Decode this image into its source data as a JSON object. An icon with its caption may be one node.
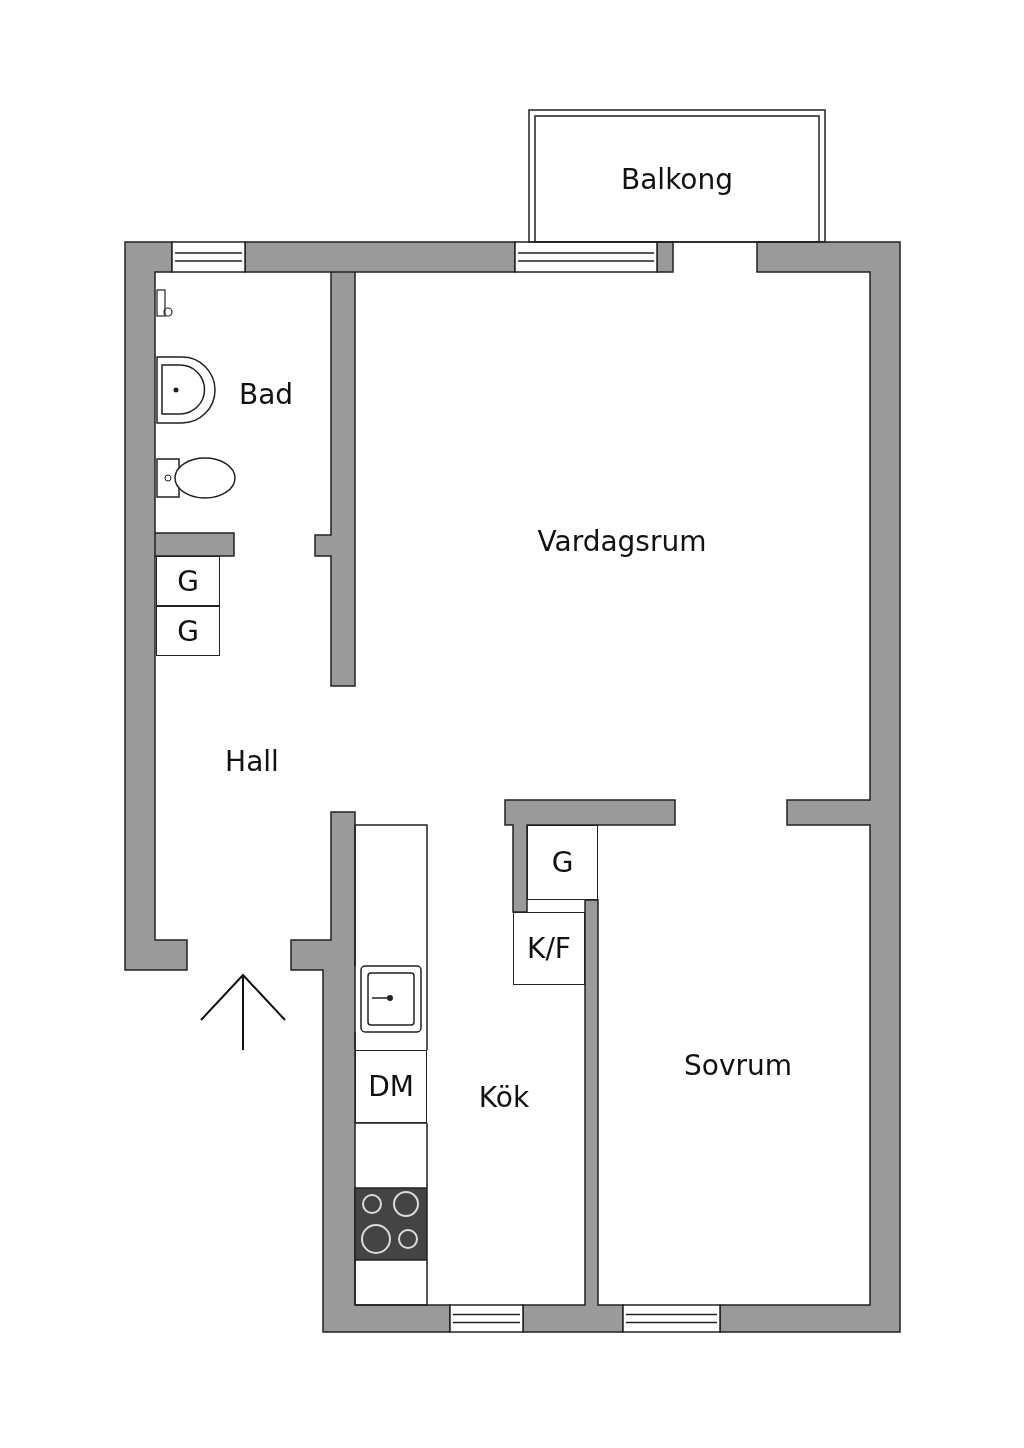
{
  "diagram": {
    "nodes": [
      {
        "text": [
          "Balkong"
        ]
      },
      {
        "text": [
          "Bad"
        ]
      },
      {
        "text": [
          "Vardagsrum"
        ]
      },
      {
        "text": [
          "G"
        ]
      },
      {
        "text": [
          "G"
        ]
      },
      {
        "text": [
          "Hall"
        ]
      },
      {
        "text": [
          "G"
        ]
      },
      {
        "text": [
          "K/F"
        ]
      },
      {
        "text": [
          "DM"
        ]
      },
      {
        "text": [
          "Kök"
        ]
      },
      {
        "text": [
          "Sovrum"
        ]
      }
    ]
  }
}
